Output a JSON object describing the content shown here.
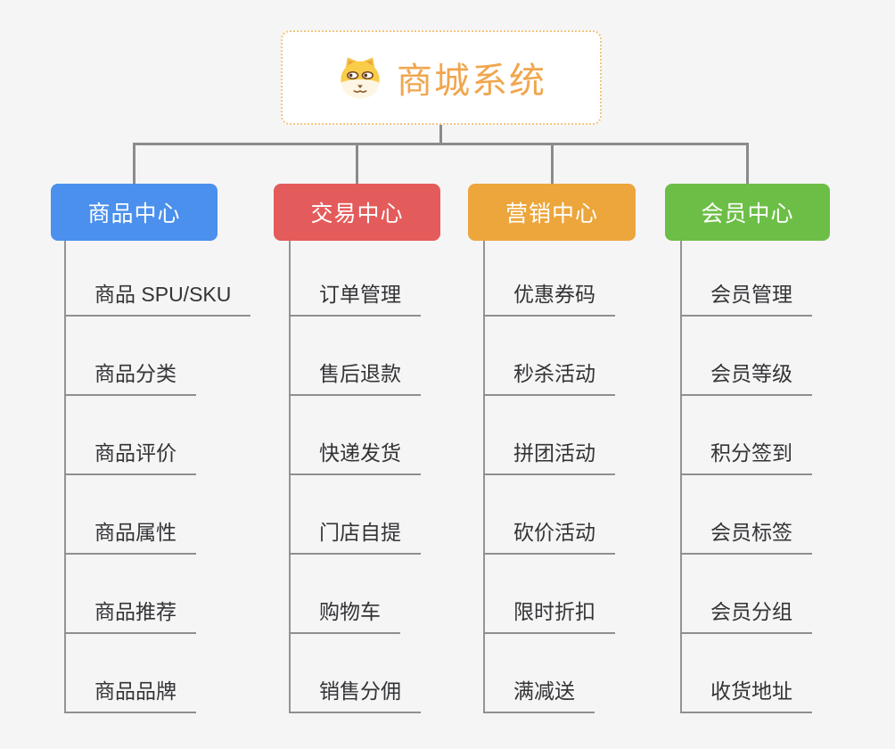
{
  "canvas": {
    "background": "#f5f5f6",
    "connector_color": "#8b8b8b"
  },
  "root": {
    "title": "商城系统",
    "icon": "dog-face-icon",
    "text_color": "#f0a64e",
    "border_color": "#f2c57e"
  },
  "branches": [
    {
      "label": "商品中心",
      "color": "#4a90ec",
      "children": [
        "商品 SPU/SKU",
        "商品分类",
        "商品评价",
        "商品属性",
        "商品推荐",
        "商品品牌"
      ]
    },
    {
      "label": "交易中心",
      "color": "#e45b5b",
      "children": [
        "订单管理",
        "售后退款",
        "快递发货",
        "门店自提",
        "购物车",
        "销售分佣"
      ]
    },
    {
      "label": "营销中心",
      "color": "#eca63c",
      "children": [
        "优惠券码",
        "秒杀活动",
        "拼团活动",
        "砍价活动",
        "限时折扣",
        "满减送"
      ]
    },
    {
      "label": "会员中心",
      "color": "#6cbe46",
      "children": [
        "会员管理",
        "会员等级",
        "积分签到",
        "会员标签",
        "会员分组",
        "收货地址"
      ]
    }
  ]
}
